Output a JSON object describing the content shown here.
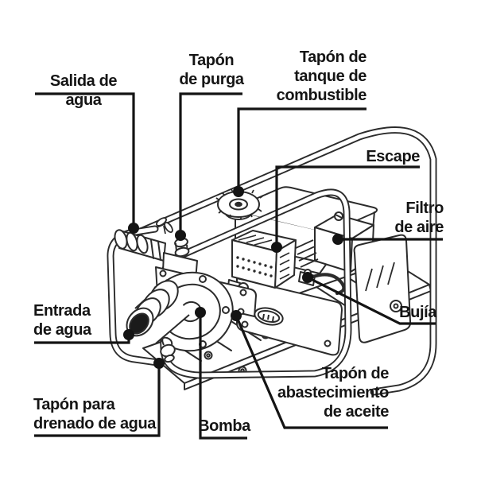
{
  "figure": {
    "background": "#ffffff",
    "drawing_line_color": "#2b2b2b",
    "callout_color": "#141414",
    "text_color": "#151515"
  },
  "labels": [
    {
      "id": "salida-de-agua",
      "text": "Salida de agua"
    },
    {
      "id": "tapon-de-purga",
      "text": "Tapón\nde purga"
    },
    {
      "id": "tapon-tanque-combustible",
      "text": "Tapón de\ntanque de\ncombustible"
    },
    {
      "id": "escape",
      "text": "Escape"
    },
    {
      "id": "filtro-de-aire",
      "text": "Filtro\nde aire"
    },
    {
      "id": "bujia",
      "text": "Bujía"
    },
    {
      "id": "entrada-de-agua",
      "text": "Entrada\nde agua"
    },
    {
      "id": "tapon-drenado-agua",
      "text": "Tapón para\ndrenado de agua"
    },
    {
      "id": "bomba",
      "text": "Bomba"
    },
    {
      "id": "tapon-aceite",
      "text": "Tapón de\nabastecimiento\nde aceite"
    }
  ]
}
